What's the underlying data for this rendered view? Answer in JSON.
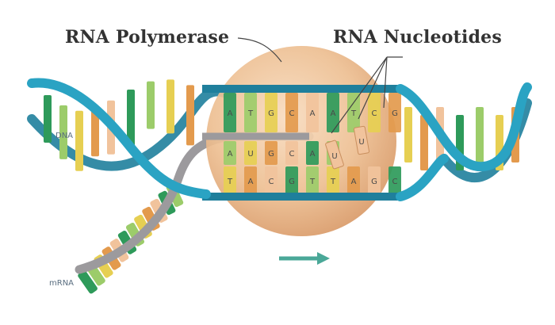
{
  "labels": {
    "polymerase": "RNA Polymerase",
    "nucleotides": "RNA Nucleotides",
    "dna": "DNA",
    "mrna": "mRNA"
  },
  "template_strand": [
    "A",
    "T",
    "G",
    "C",
    "A",
    "A",
    "T",
    "C",
    "G"
  ],
  "rna_strand": [
    "A",
    "U",
    "G",
    "C",
    "A",
    "A"
  ],
  "coding_strand": [
    "T",
    "A",
    "C",
    "G",
    "T",
    "T",
    "A",
    "G",
    "C"
  ],
  "free_nucleotides": [
    "U",
    "U"
  ],
  "colors": {
    "backbone": "#2aa3c3",
    "backbone_dark": "#1f7f9c",
    "enzyme": "#e8b98a",
    "green": "#2e9a5a",
    "light_green": "#9ccc6a",
    "yellow": "#e6cf52",
    "orange": "#e39a4d",
    "peach": "#f1c39c",
    "mrna_strand": "#9c9a9d",
    "arrow": "#4aa898",
    "label": "#333333"
  }
}
